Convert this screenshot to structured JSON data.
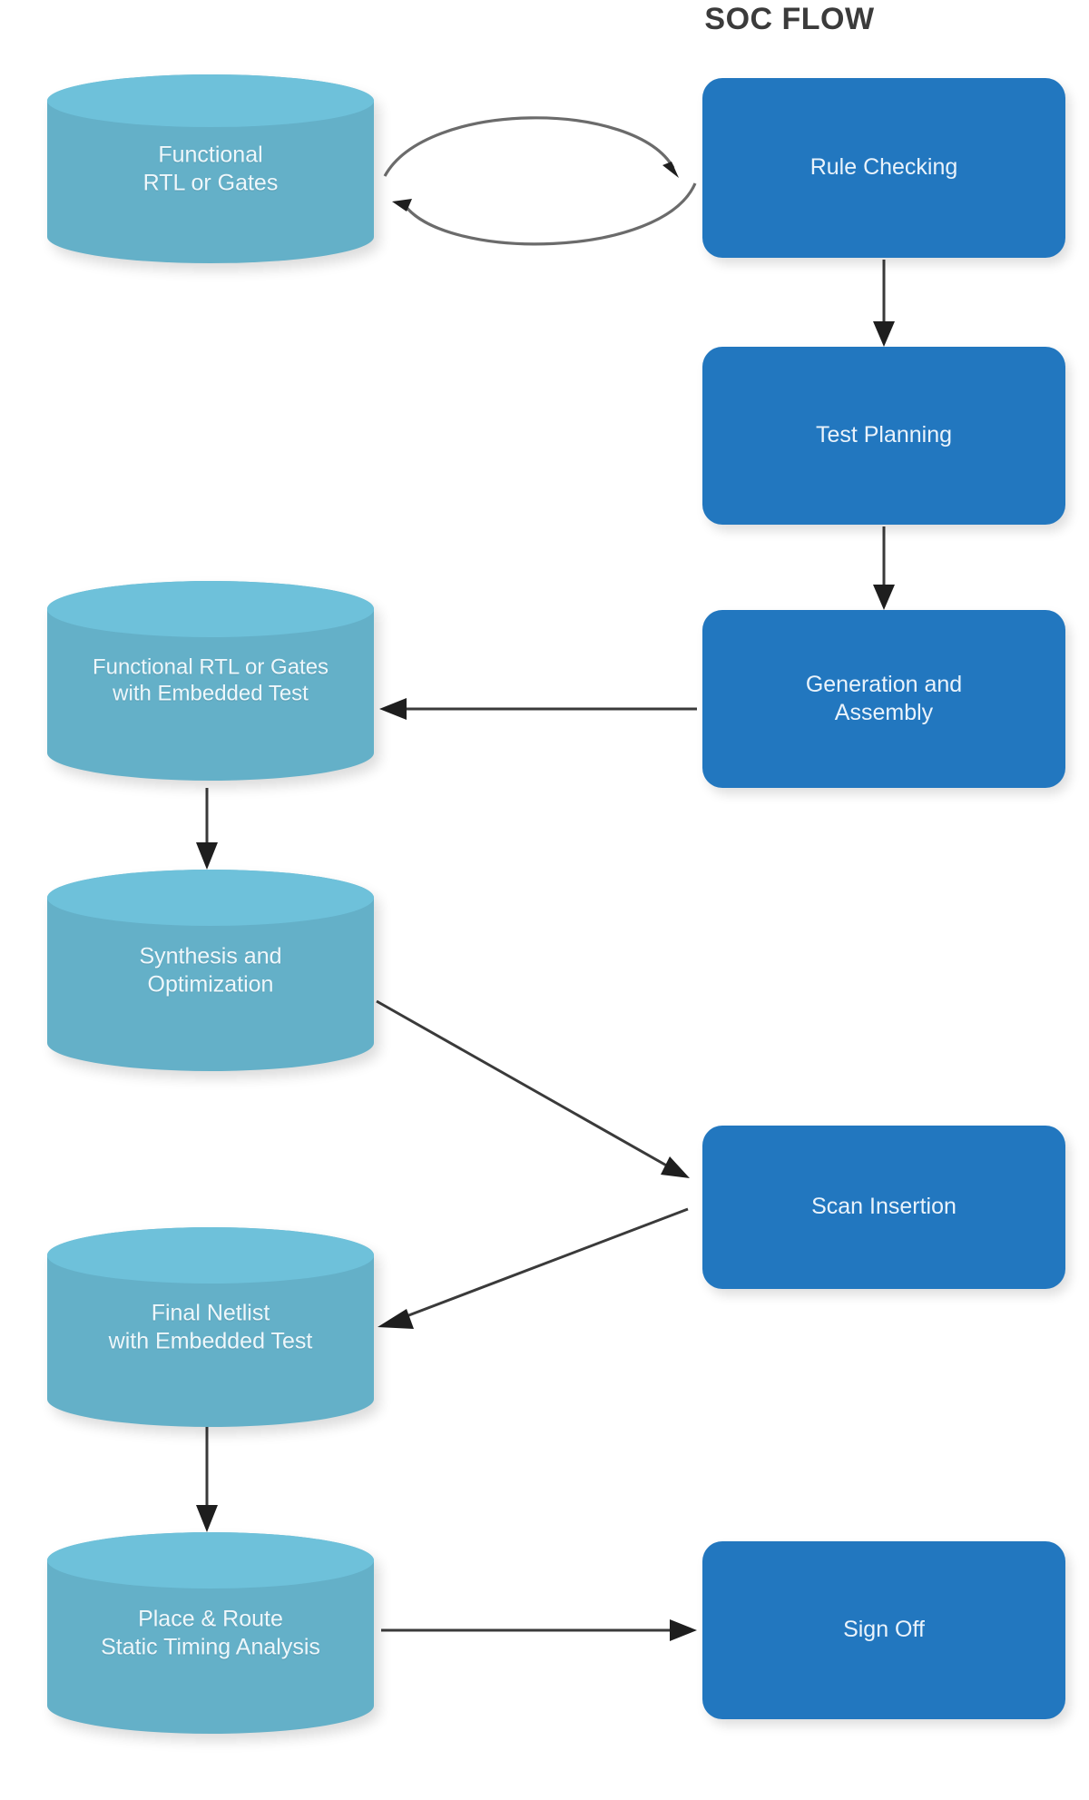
{
  "title": "SOC FLOW",
  "colors": {
    "cylinder_body": "#64b0c8",
    "cylinder_top": "#6ec1da",
    "process_box": "#2277bf",
    "node_text": "#eaf3fb",
    "title_text": "#3b3b3b",
    "arrow": "#3a3a3a",
    "background": "#ffffff"
  },
  "nodes": {
    "functional_rtl": {
      "shape": "cylinder",
      "line1": "Functional",
      "line2": "RTL or Gates"
    },
    "rule_checking": {
      "shape": "process",
      "label": "Rule Checking"
    },
    "test_planning": {
      "shape": "process",
      "label": "Test Planning"
    },
    "generation_assembly": {
      "shape": "process",
      "line1": "Generation and",
      "line2": "Assembly"
    },
    "functional_rtl_embedded": {
      "shape": "cylinder",
      "line1": "Functional RTL or Gates",
      "line2": "with Embedded Test"
    },
    "synthesis_optimization": {
      "shape": "cylinder",
      "line1": "Synthesis and",
      "line2": "Optimization"
    },
    "scan_insertion": {
      "shape": "process",
      "label": "Scan Insertion"
    },
    "final_netlist": {
      "shape": "cylinder",
      "line1": "Final Netlist",
      "line2": "with Embedded Test"
    },
    "place_route": {
      "shape": "cylinder",
      "line1": "Place & Route",
      "line2": "Static Timing Analysis"
    },
    "sign_off": {
      "shape": "process",
      "label": "Sign Off"
    }
  },
  "edges": [
    {
      "from": "functional_rtl",
      "to": "rule_checking",
      "style": "curved",
      "direction": "right"
    },
    {
      "from": "rule_checking",
      "to": "functional_rtl",
      "style": "curved",
      "direction": "left"
    },
    {
      "from": "rule_checking",
      "to": "test_planning",
      "style": "straight",
      "direction": "down"
    },
    {
      "from": "test_planning",
      "to": "generation_assembly",
      "style": "straight",
      "direction": "down"
    },
    {
      "from": "generation_assembly",
      "to": "functional_rtl_embedded",
      "style": "straight",
      "direction": "left"
    },
    {
      "from": "functional_rtl_embedded",
      "to": "synthesis_optimization",
      "style": "straight",
      "direction": "down"
    },
    {
      "from": "synthesis_optimization",
      "to": "scan_insertion",
      "style": "diagonal",
      "direction": "down-right"
    },
    {
      "from": "scan_insertion",
      "to": "final_netlist",
      "style": "diagonal",
      "direction": "down-left"
    },
    {
      "from": "final_netlist",
      "to": "place_route",
      "style": "straight",
      "direction": "down"
    },
    {
      "from": "place_route",
      "to": "sign_off",
      "style": "straight",
      "direction": "right"
    }
  ]
}
